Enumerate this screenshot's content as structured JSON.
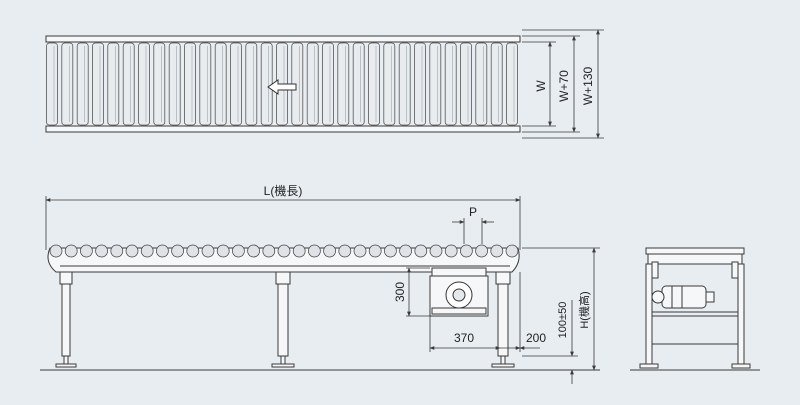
{
  "top_view": {
    "dim_width": "W",
    "dim_width_plus_70": "W+70",
    "dim_width_plus_130": "W+130",
    "arrow_icon": "left-arrow-icon",
    "roller_count": 31
  },
  "side_view": {
    "length_label": "L(機長)",
    "pitch_label": "P",
    "height_300": "300",
    "dim_370": "370",
    "dim_200": "200",
    "dim_100": "100±50",
    "height_label": "H(機高)",
    "roller_count": 31
  }
}
